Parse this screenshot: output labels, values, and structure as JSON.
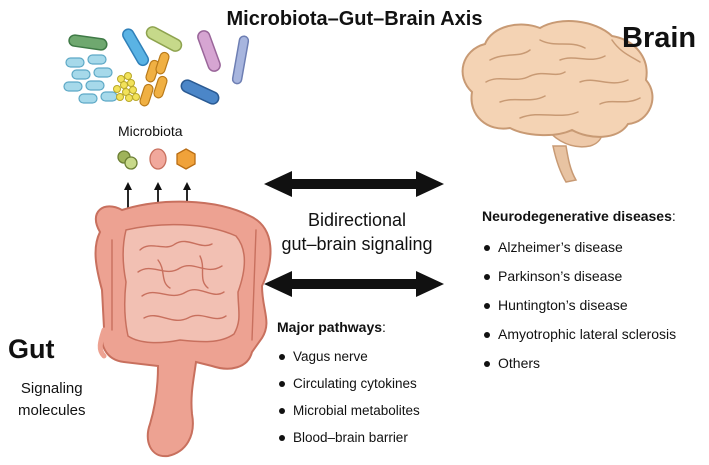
{
  "title": "Microbiota–Gut–Brain Axis",
  "brain_label": "Brain",
  "gut_label": "Gut",
  "microbiota_label": "Microbiota",
  "signaling": [
    "Signaling",
    "molecules"
  ],
  "bidirectional": [
    "Bidirectional",
    "gut–brain signaling"
  ],
  "neuro": {
    "heading": "Neurodegenerative diseases",
    "suffix": ":",
    "items": [
      "Alzheimer’s disease",
      "Parkinson’s disease",
      "Huntington’s disease",
      "Amyotrophic lateral sclerosis",
      "Others"
    ]
  },
  "pathways": {
    "heading": "Major pathways",
    "suffix": ":",
    "items": [
      "Vagus nerve",
      "Circulating cytokines",
      "Microbial metabolites",
      "Blood–brain barrier"
    ]
  },
  "colors": {
    "brain_fill": "#f4d3b4",
    "brain_stroke": "#c89a74",
    "gut_fill": "#eda292",
    "gut_stroke": "#c8705e",
    "arrow": "#111111"
  }
}
